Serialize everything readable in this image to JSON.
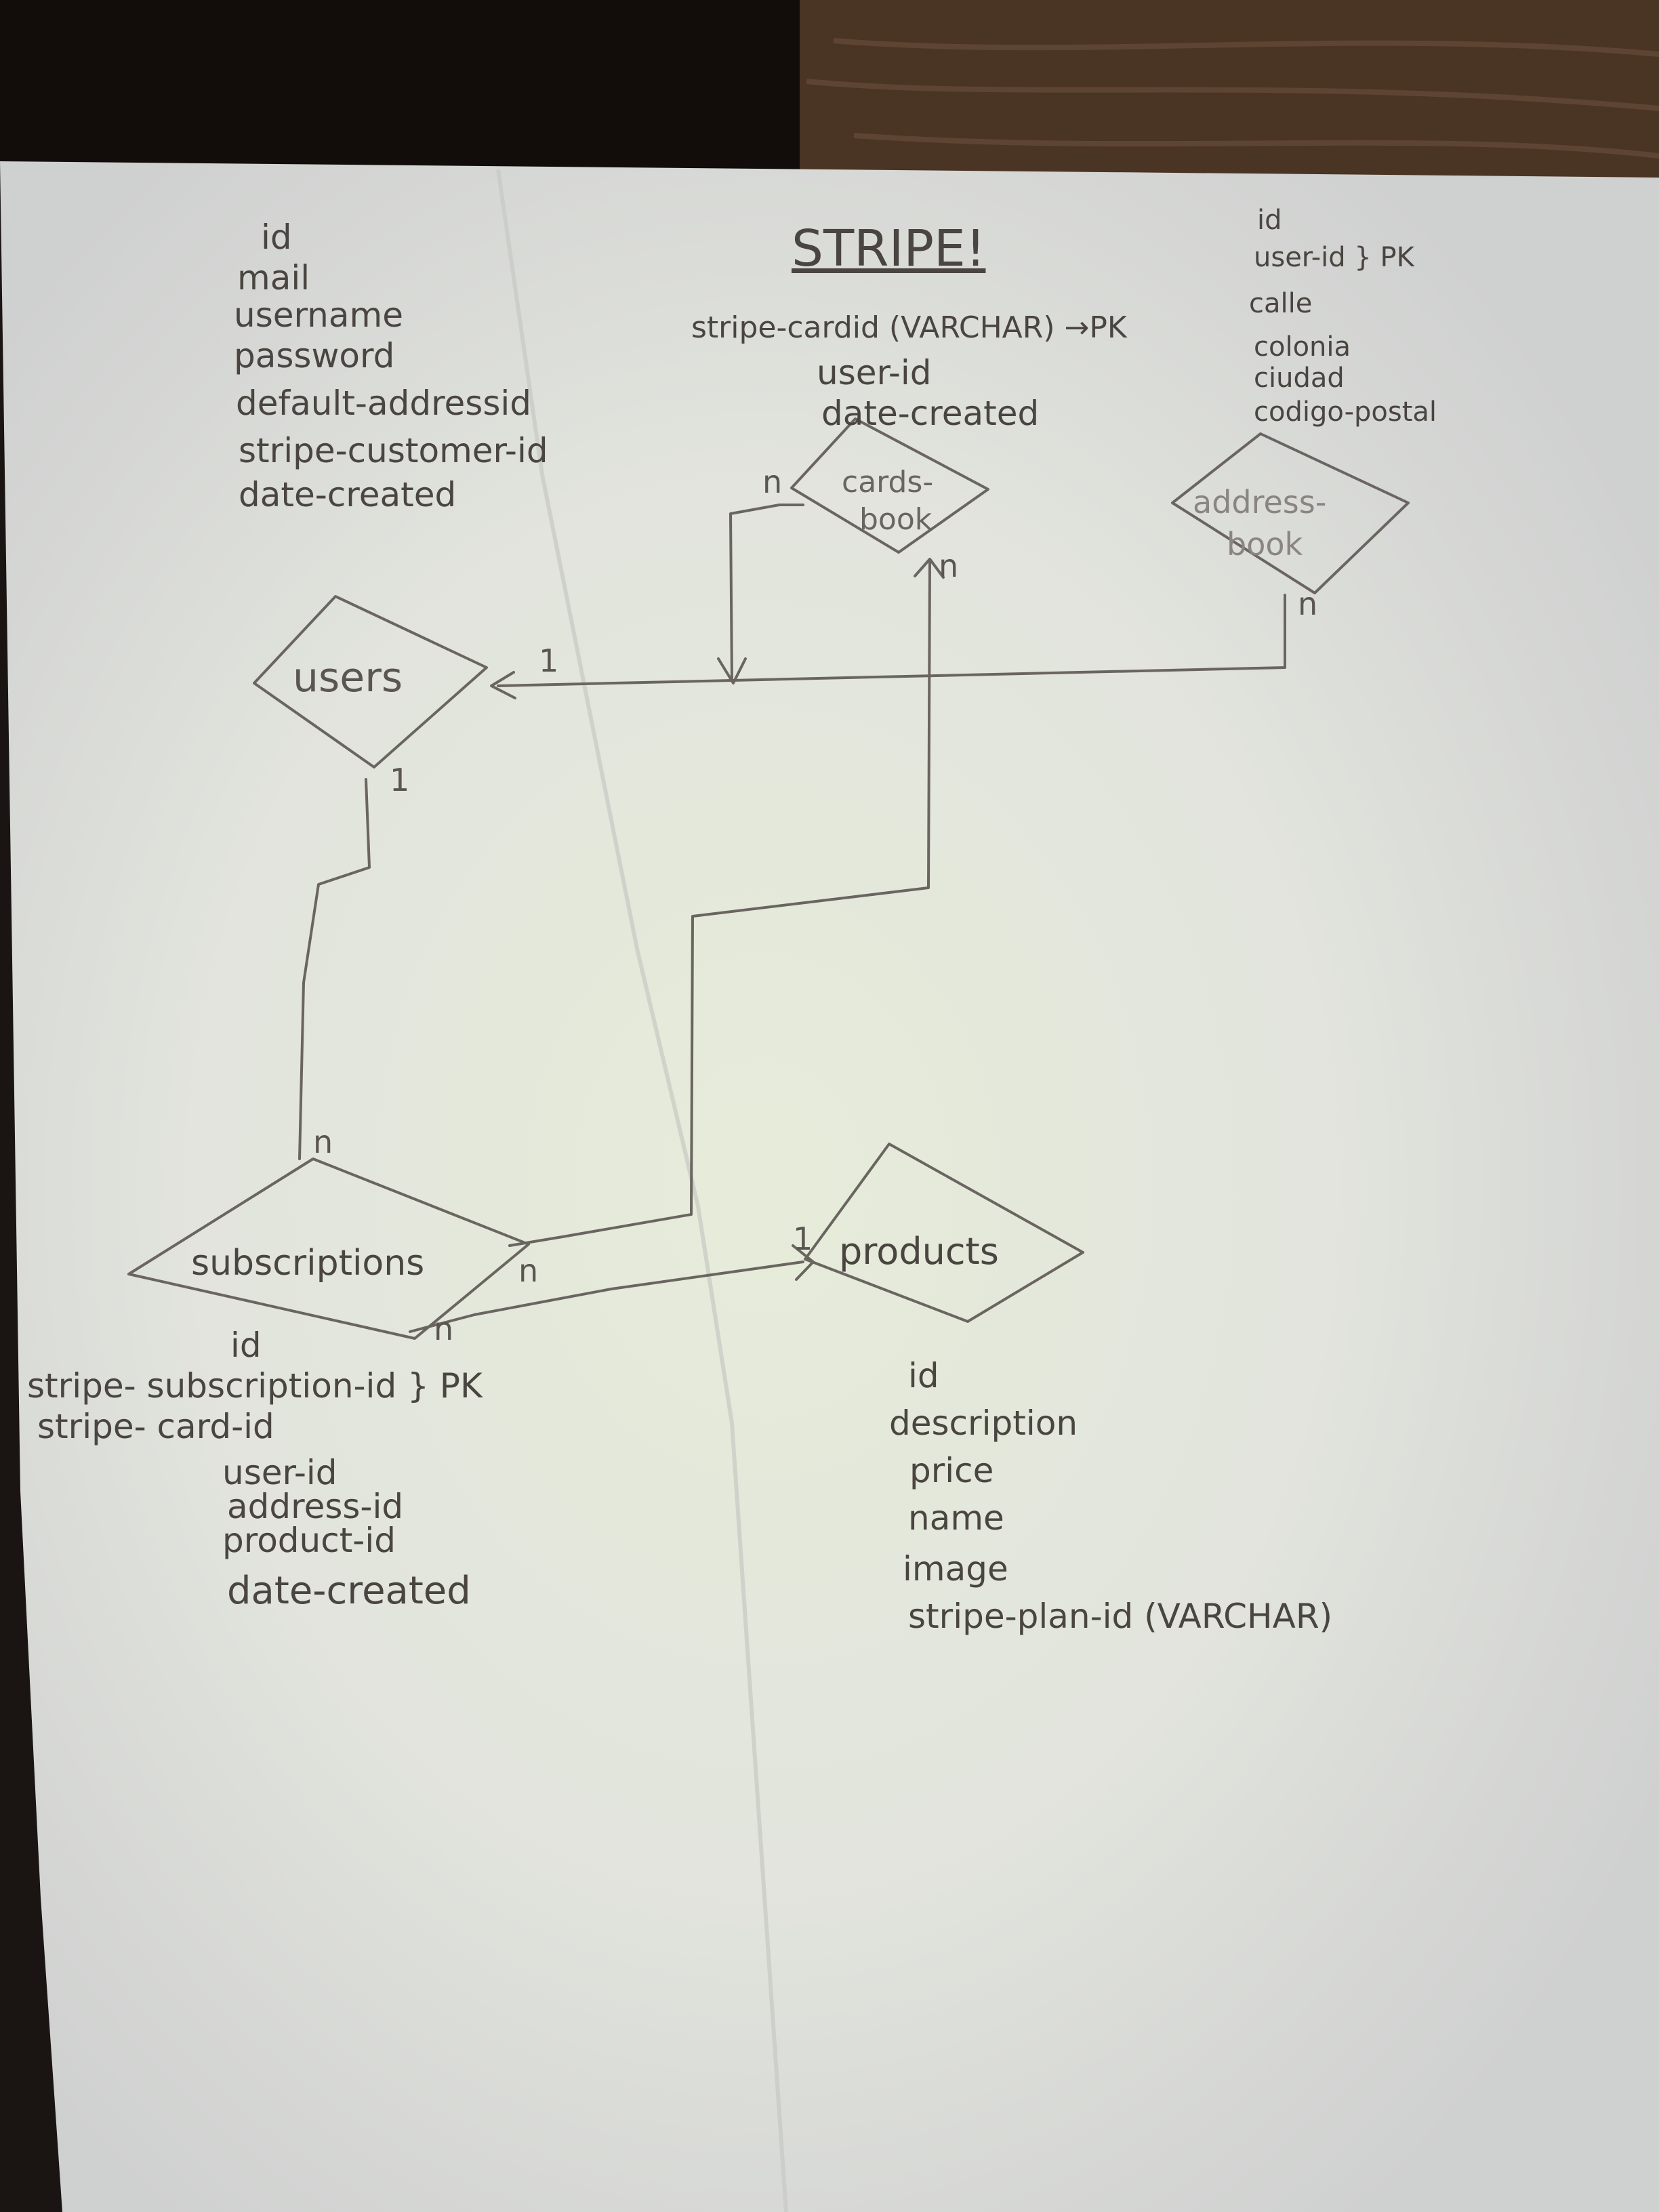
{
  "diagram": {
    "title": "STRIPE!",
    "entities": {
      "users": {
        "label": "users",
        "fields": [
          "id",
          "mail",
          "username",
          "password",
          "default-addressid",
          "stripe-customer-id",
          "date-created"
        ]
      },
      "cards_book": {
        "label_line1": "cards-",
        "label_line2": "book",
        "fields": [
          "stripe-cardid (VARCHAR) →PK",
          "user-id",
          "date-created"
        ]
      },
      "address_book": {
        "label_line1": "address-",
        "label_line2": "book",
        "fields": [
          "id",
          "user-id } PK",
          "calle",
          "colonia",
          "ciudad",
          "codigo-postal"
        ]
      },
      "subscriptions": {
        "label": "subscriptions",
        "fields": [
          "id",
          "stripe- subscription-id } PK",
          "stripe- card-id",
          "user-id",
          "address-id",
          "product-id",
          "date-created"
        ]
      },
      "products": {
        "label": "products",
        "fields": [
          "id",
          "description",
          "price",
          "name",
          "image",
          "stripe-plan-id (VARCHAR)"
        ]
      }
    },
    "cardinalities": {
      "users_right": "1",
      "users_bottom": "1",
      "cards_book_left": "n",
      "cards_book_bottom": "n",
      "address_book_bottom": "n",
      "subscriptions_top": "n",
      "subscriptions_right": "n",
      "subscriptions_bottom": "n",
      "products_left": "1"
    }
  }
}
